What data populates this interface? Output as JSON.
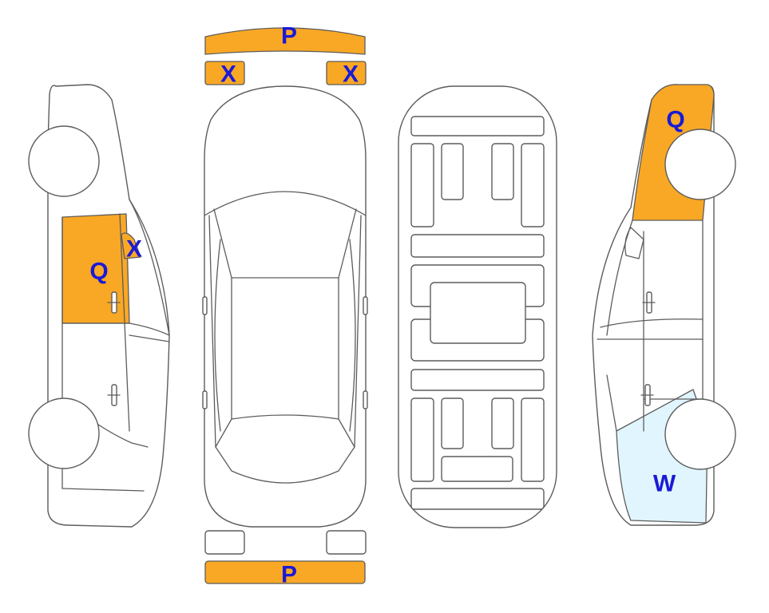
{
  "legend_colors": {
    "damaged": "#f9a825",
    "repainted": "#e1f5fe",
    "code_text": "#1a1ad6",
    "outline": "#5c5c5c"
  },
  "codes": {
    "front_bumper": "P",
    "front_left_fender": "X",
    "front_right_fender": "X",
    "rear_bumper": "P",
    "left_rear_door": "Q",
    "left_quarter_glass": "X",
    "right_rear_quarter": "Q",
    "right_front_fender": "W"
  }
}
